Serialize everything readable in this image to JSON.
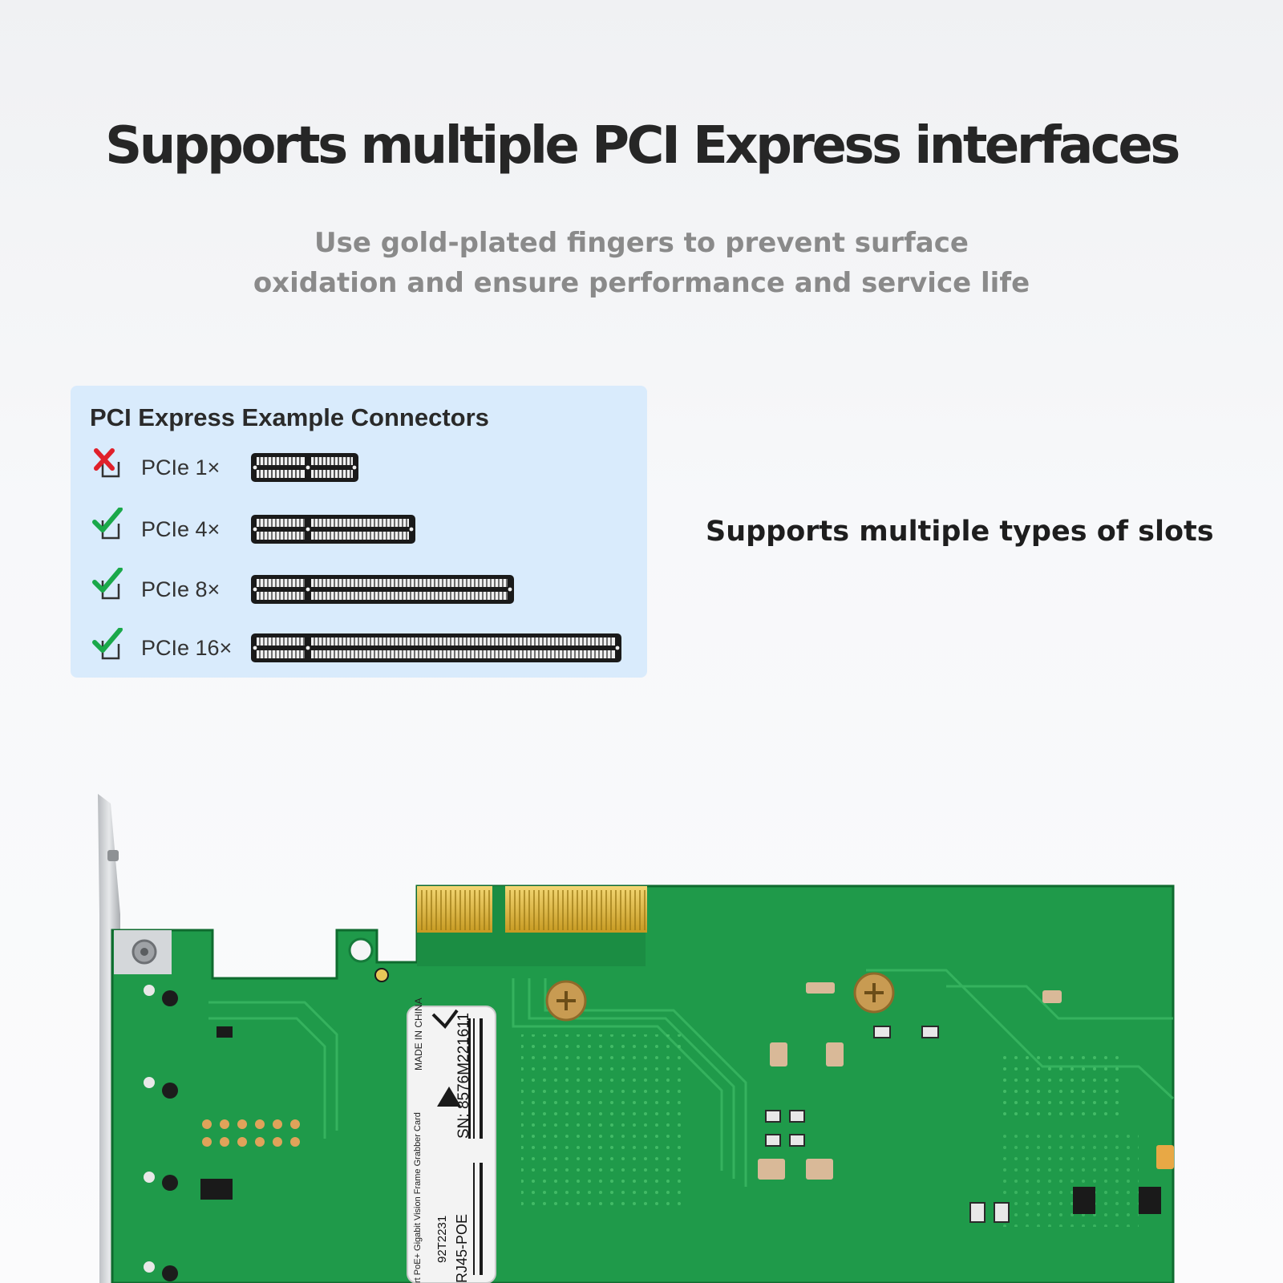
{
  "header": {
    "title": "Supports multiple PCI Express interfaces",
    "subtitle_line1": "Use gold-plated fingers to prevent surface",
    "subtitle_line2": "oxidation and ensure performance and service life"
  },
  "connectors_panel": {
    "title": "PCI Express Example Connectors",
    "rows": [
      {
        "label": "PCIe 1×",
        "supported": false,
        "icon": "red-x-icon"
      },
      {
        "label": "PCIe 4×",
        "supported": true,
        "icon": "green-check-icon"
      },
      {
        "label": "PCIe 8×",
        "supported": true,
        "icon": "green-check-icon"
      },
      {
        "label": "PCIe 16×",
        "supported": true,
        "icon": "green-check-icon"
      }
    ]
  },
  "side_text": "Supports multiple types of slots",
  "card": {
    "label_line1": "MADE IN CHINA",
    "label_line2": "SN: 8576M221611",
    "label_model": "RJ45-POE",
    "label_code": "92T2231",
    "label_desc": "rt PoE+ Gigabit Vision Frame Grabber Card"
  },
  "colors": {
    "panel_bg": "#d9ebfc",
    "check_green": "#1aa84a",
    "x_red": "#e0202a",
    "pcb_green": "#1e9a48",
    "gold": "#d8b53a"
  }
}
